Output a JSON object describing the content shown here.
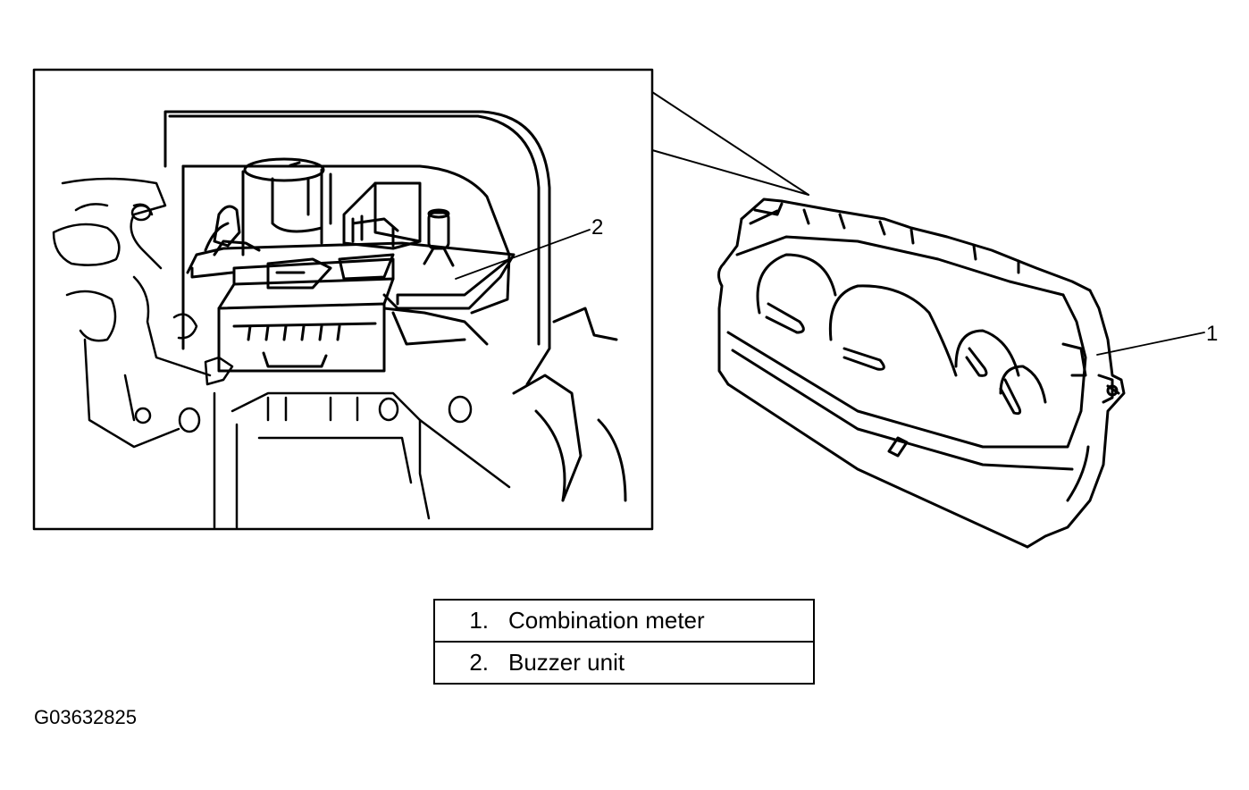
{
  "callouts": {
    "meter": "1",
    "buzzer": "2"
  },
  "legend": {
    "items": [
      {
        "num": "1.",
        "label": "Combination meter"
      },
      {
        "num": "2.",
        "label": "Buzzer unit"
      }
    ]
  },
  "figure_code": "G03632825"
}
